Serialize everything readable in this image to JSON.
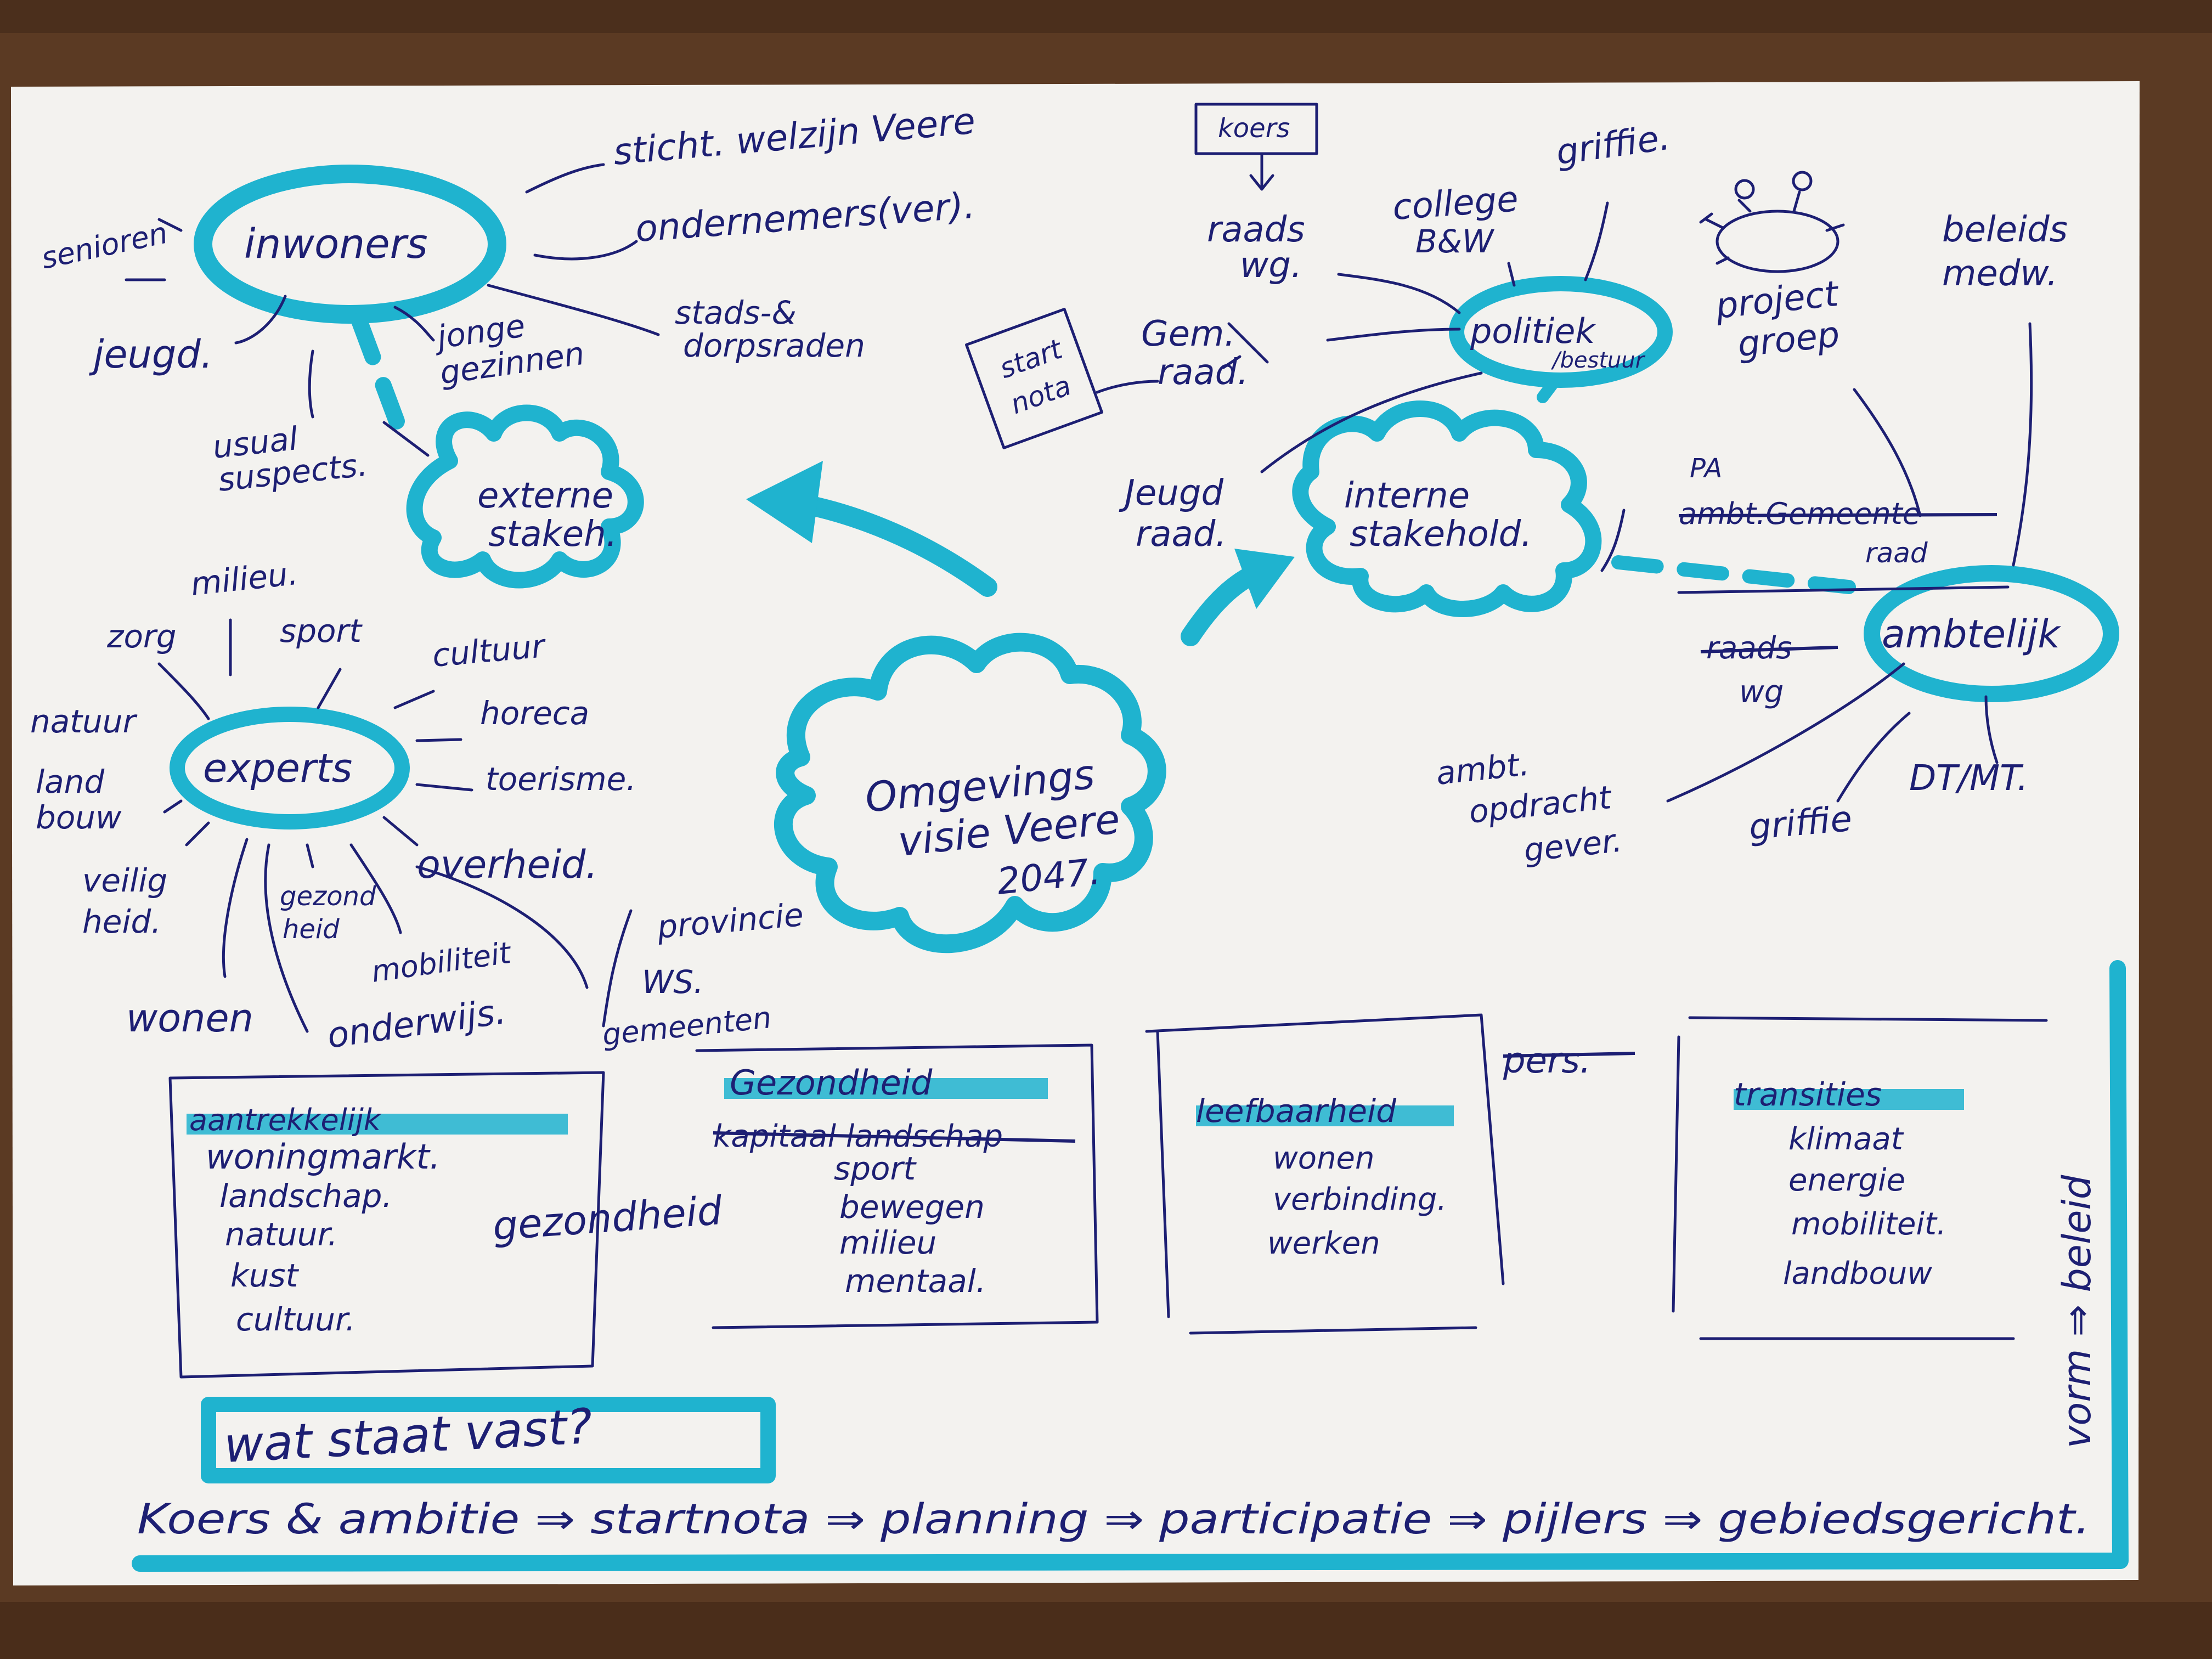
{
  "center": {
    "lines": [
      "Omgevings",
      "visie Veere",
      "2047."
    ]
  },
  "inwoners": {
    "label": "inwoners"
  },
  "inwoners_links": {
    "senioren": "senioren",
    "jeugd": "jeugd.",
    "jonge_gezinnen": [
      "jonge",
      "gezinnen"
    ],
    "usual_suspects": [
      "usual",
      "suspects."
    ],
    "stichting": "sticht. welzijn Veere",
    "ondernemers": "ondernemers(ver).",
    "stads_dorpsraden": [
      "stads-&",
      "dorpsraden"
    ]
  },
  "externe": {
    "lines": [
      "externe",
      "stakeh."
    ]
  },
  "experts": {
    "label": "experts"
  },
  "expert_links": {
    "milieu": "milieu.",
    "zorg": "zorg",
    "sport": "sport",
    "natuur": "natuur",
    "landbouw": [
      "land",
      "bouw"
    ],
    "cultuur": "cultuur",
    "horeca": "horeca",
    "toerisme": "toerisme.",
    "overheid": "overheid.",
    "veiligheid": [
      "veilig",
      "heid."
    ],
    "gezondheid": [
      "gezond",
      "heid"
    ],
    "mobiliteit": "mobiliteit",
    "wonen": "wonen",
    "onderwijs": "onderwijs.",
    "provincie": "provincie",
    "ws": "WS.",
    "gemeenten": "gemeenten"
  },
  "interne": {
    "lines": [
      "interne",
      "stakehold."
    ]
  },
  "politiek": {
    "lines": [
      "politiek",
      "/bestuur"
    ]
  },
  "politiek_links": {
    "koers": "koers",
    "raads_wg": [
      "raads",
      "wg."
    ],
    "college": [
      "college",
      "B&W"
    ],
    "griffie_top": "griffie.",
    "gem_raad": [
      "Gem.",
      "raad."
    ],
    "startnota": [
      "start",
      "nota"
    ],
    "jeugdraad": [
      "Jeugd",
      "raad."
    ]
  },
  "ambtelijk": {
    "label": "ambtelijk"
  },
  "ambtelijk_links": {
    "beleids": [
      "beleids",
      "medw."
    ],
    "projectgroep": [
      "project",
      "groep"
    ],
    "pa": "PA",
    "strike1": "ambt.Gemeente",
    "raad": "raad",
    "strike2": [
      "raads",
      "wg"
    ],
    "ambt_opdracht": [
      "ambt.",
      "opdracht",
      "gever."
    ],
    "griffie_bottom": "griffie",
    "dtmt": "DT/MT."
  },
  "pillars": [
    {
      "title": "aantrekkelijk",
      "subtitle": "woningmarkt.",
      "items": [
        "landschap.",
        "natuur.",
        "kust",
        "cultuur."
      ]
    },
    {
      "title": "Gezondheid",
      "subtitle": "kapitaal landschap",
      "items": [
        "sport",
        "bewegen",
        "milieu",
        "mentaal."
      ]
    },
    {
      "title": "leefbaarheid",
      "subtitle": "",
      "items": [
        "wonen",
        "verbinding.",
        "werken"
      ]
    },
    {
      "title": "transities",
      "subtitle": "",
      "items": [
        "klimaat",
        "energie",
        "mobiliteit.",
        "landbouw"
      ]
    }
  ],
  "loose": {
    "gezondheid": "gezondheid",
    "pers": "pers."
  },
  "question": "wat staat vast?",
  "flow": "Koers & ambitie ⇒ startnota ⇒ planning ⇒ participatie ⇒ pijlers ⇒ gebiedsgericht.",
  "vertical": "vorm ⇒ beleid"
}
